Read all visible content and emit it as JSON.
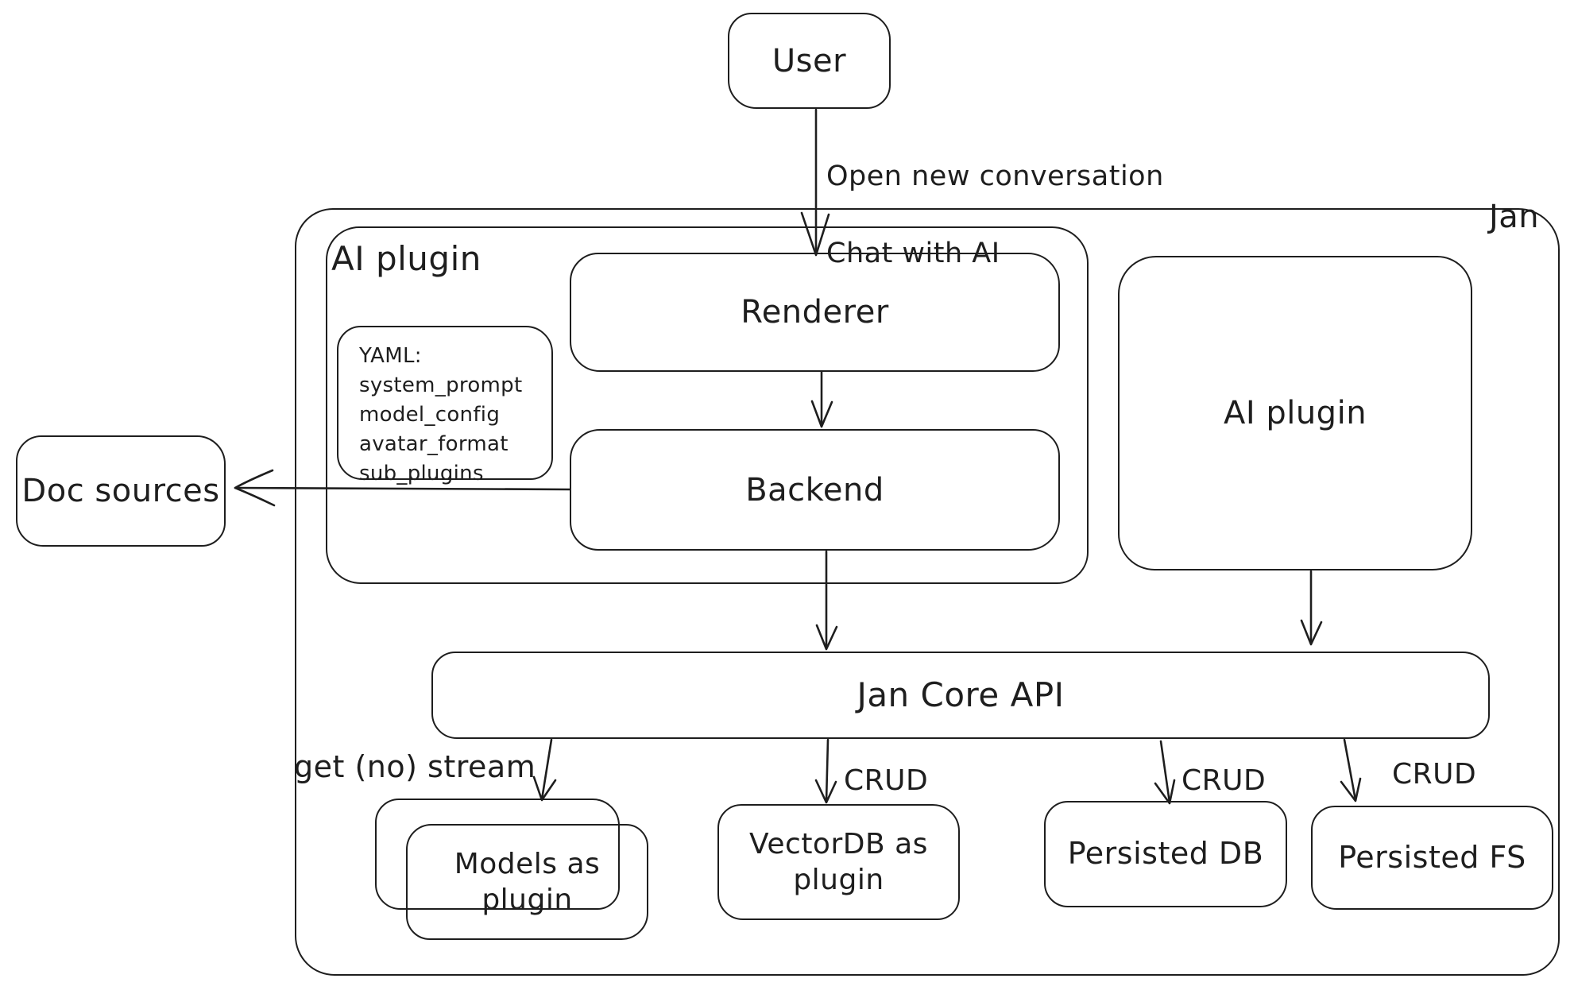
{
  "colors": {
    "stroke": "#1e1e1e",
    "background": "#ffffff"
  },
  "nodes": {
    "user": "User",
    "jan_label": "Jan",
    "ai_plugin_container": "AI plugin",
    "renderer": "Renderer",
    "backend": "Backend",
    "ai_plugin_right": "AI plugin",
    "doc_sources": "Doc sources",
    "jan_core_api": "Jan Core API",
    "models_as_plugin": "Models as plugin",
    "vectordb_as_plugin": "VectorDB as plugin",
    "persisted_db": "Persisted DB",
    "persisted_fs": "Persisted FS"
  },
  "yaml_note": {
    "lines": [
      "YAML:",
      "system_prompt",
      "model_config",
      "avatar_format",
      "sub_plugins"
    ]
  },
  "edge_labels": {
    "user_flow": [
      "Open new conversation",
      "Chat with AI"
    ],
    "get_no_stream": "get (no) stream",
    "crud_vectordb": "CRUD",
    "crud_persisted_db": "CRUD",
    "crud_persisted_fs": "CRUD"
  }
}
